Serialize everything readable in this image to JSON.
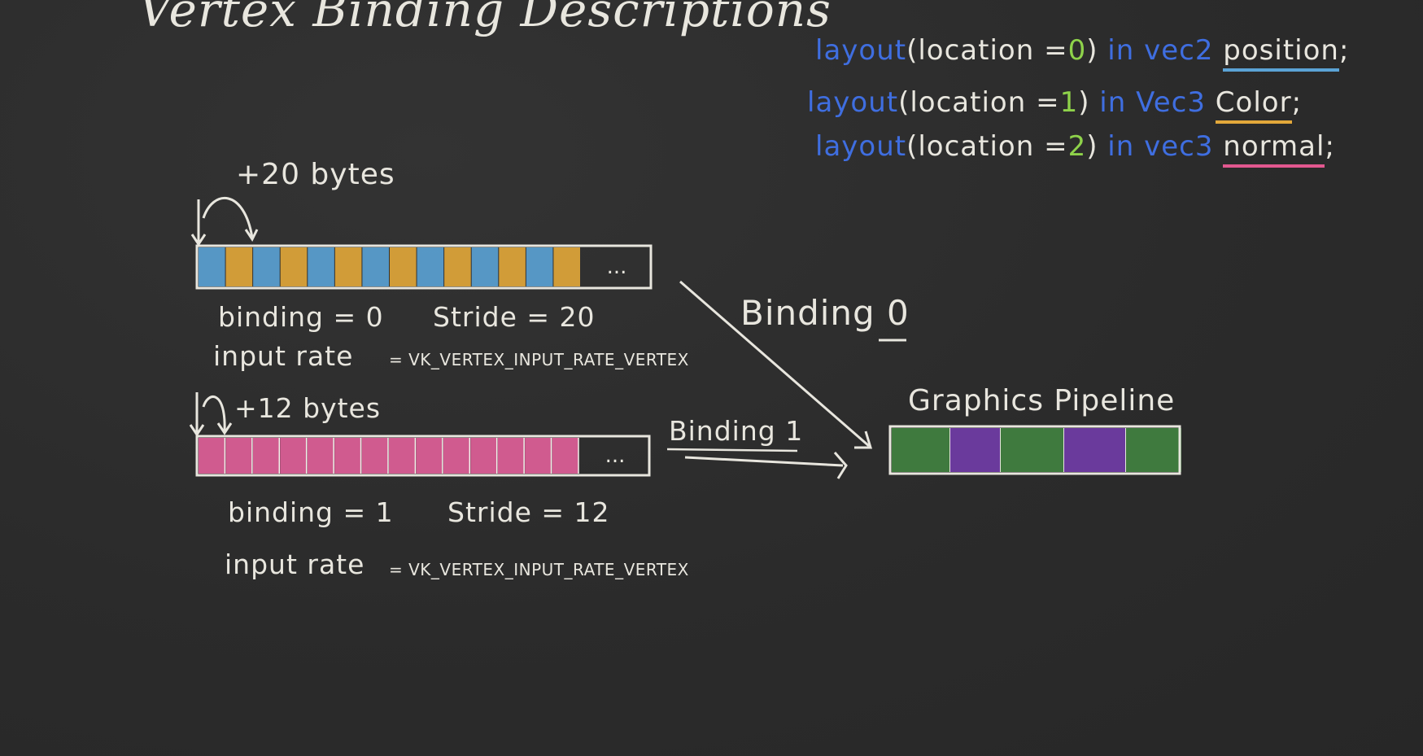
{
  "title": "Vertex Binding Descriptions",
  "shader_layouts": [
    {
      "kw1": "layout",
      "open": "(",
      "loc_label": "location",
      "eq": "=",
      "loc": "0",
      "close": ")",
      "kw2": "in",
      "type": "vec2",
      "name": "position",
      "semi": ";",
      "underline_color": "#5ba3d6"
    },
    {
      "kw1": "layout",
      "open": "(",
      "loc_label": "location",
      "eq": "=",
      "loc": "1",
      "close": ")",
      "kw2": "in",
      "type": "Vec3",
      "name": "Color",
      "semi": ";",
      "underline_color": "#e3a83a"
    },
    {
      "kw1": "layout",
      "open": "(",
      "loc_label": "location",
      "eq": "=",
      "loc": "2",
      "close": ")",
      "kw2": "in",
      "type": "vec3",
      "name": "normal",
      "semi": ";",
      "underline_color": "#e2588f"
    }
  ],
  "binding0": {
    "offset_label": "+20 bytes",
    "binding_text": "binding = 0",
    "stride_text": "Stride = 20",
    "input_rate_label": "input rate",
    "input_rate_value": "= VK_VERTEX_INPUT_RATE_VERTEX",
    "ellipsis": "...",
    "cell_colors": [
      "#5ba3d6",
      "#e3a83a"
    ],
    "cell_count": 14
  },
  "binding1": {
    "offset_label": "+12 bytes",
    "binding_text": "binding = 1",
    "stride_text": "Stride = 12",
    "input_rate_label": "input rate",
    "input_rate_value": "= VK_VERTEX_INPUT_RATE_VERTEX",
    "ellipsis": "...",
    "cell_colors": [
      "#e2609a"
    ],
    "cell_count": 14
  },
  "arrow_labels": {
    "binding0": "Binding 0",
    "binding1": "Binding 1"
  },
  "pipeline": {
    "label": "Graphics Pipeline",
    "segment_colors": [
      "#3f7a3e",
      "#6a3a9c",
      "#3f7a3e",
      "#6a3a9c",
      "#3f7a3e"
    ]
  },
  "colors": {
    "chalk_white": "#e8e6de",
    "keyword_blue": "#3f6ee0",
    "number_green": "#8ed24a"
  }
}
